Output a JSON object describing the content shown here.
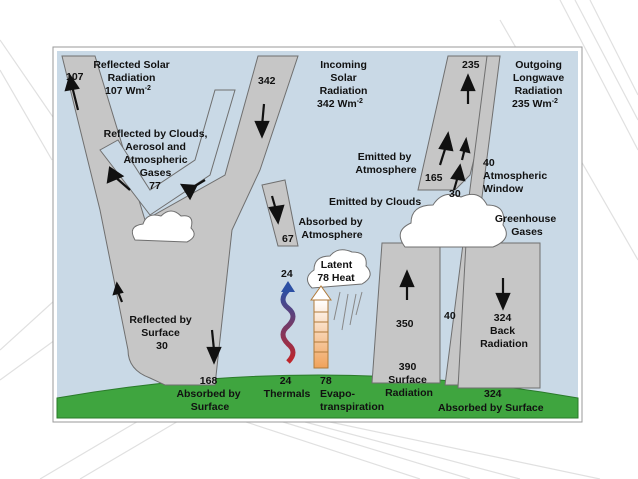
{
  "diagram": {
    "reflected_solar": [
      "Reflected Solar",
      "Radiation",
      "107 Wm",
      "-2"
    ],
    "reflected_solar_value": "107",
    "incoming_solar": [
      "Incoming",
      "Solar",
      "Radiation",
      "342 Wm",
      "-2"
    ],
    "incoming_solar_value": "342",
    "outgoing_longwave": [
      "Outgoing",
      "Longwave",
      "Radiation",
      "235 Wm",
      "-2"
    ],
    "outgoing_longwave_value": "235",
    "reflected_clouds": [
      "Reflected by Clouds,",
      "Aerosol and",
      "Atmospheric",
      "Gases",
      "77"
    ],
    "emitted_by_atmosphere": [
      "Emitted by",
      "Atmosphere"
    ],
    "emitted_by_atmosphere_value": "165",
    "atmospheric_window": [
      "40",
      "Atmospheric",
      "Window"
    ],
    "emitted_by_clouds": "Emitted by Clouds",
    "emitted_by_clouds_value": "30",
    "absorbed_by_atmosphere": [
      "Absorbed by",
      "Atmosphere"
    ],
    "absorbed_by_atmosphere_value": "67",
    "greenhouse_gases": [
      "Greenhouse",
      "Gases"
    ],
    "latent_heat": [
      "Latent",
      "78 Heat"
    ],
    "thermals_top_value": "24",
    "reflected_surface": [
      "Reflected by",
      "Surface",
      "30"
    ],
    "surface_up_value": "350",
    "window_up_value": "40",
    "back_radiation": [
      "324",
      "Back",
      "Radiation"
    ],
    "absorbed_surface": [
      "168",
      "Absorbed by",
      "Surface"
    ],
    "thermals": [
      "24",
      "Thermals"
    ],
    "evapotranspiration": [
      "78",
      "Evapo-",
      "transpiration"
    ],
    "surface_radiation": [
      "390",
      "Surface",
      "Radiation"
    ],
    "absorbed_by_surface_324": "324",
    "absorbed_by_surface_label": "Absorbed by Surface"
  },
  "colors": {
    "sky": "#c9d9e6",
    "beam": "#c6c6c6",
    "beam_stroke": "#6f6f6f",
    "ground": "#3fa53f",
    "thermal_top": "#2c4fa3",
    "thermal_bottom": "#c0252a",
    "evapo": "#f0a25a"
  }
}
